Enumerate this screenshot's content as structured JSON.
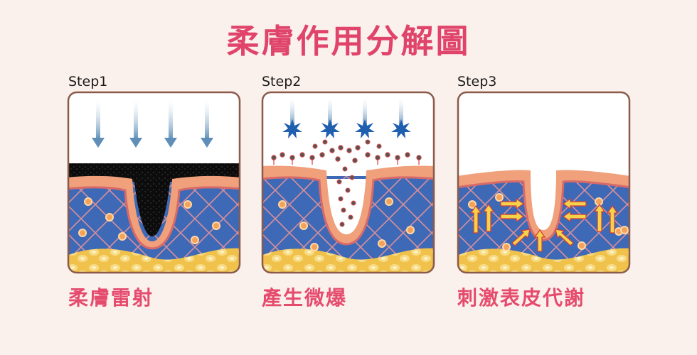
{
  "title": "柔膚作用分解圖",
  "steps": [
    {
      "label": "Step1",
      "caption": "柔膚雷射"
    },
    {
      "label": "Step2",
      "caption": "產生微爆"
    },
    {
      "label": "Step3",
      "caption": "刺激表皮代謝"
    }
  ],
  "colors": {
    "title": "#e0446b",
    "caption": "#e54b6d",
    "dermis": "#3e69b6",
    "epidermis": "#f0a07a",
    "fat": "#f1c24b",
    "star": "#1f5fb0",
    "arrow": "#5f8fb8"
  }
}
